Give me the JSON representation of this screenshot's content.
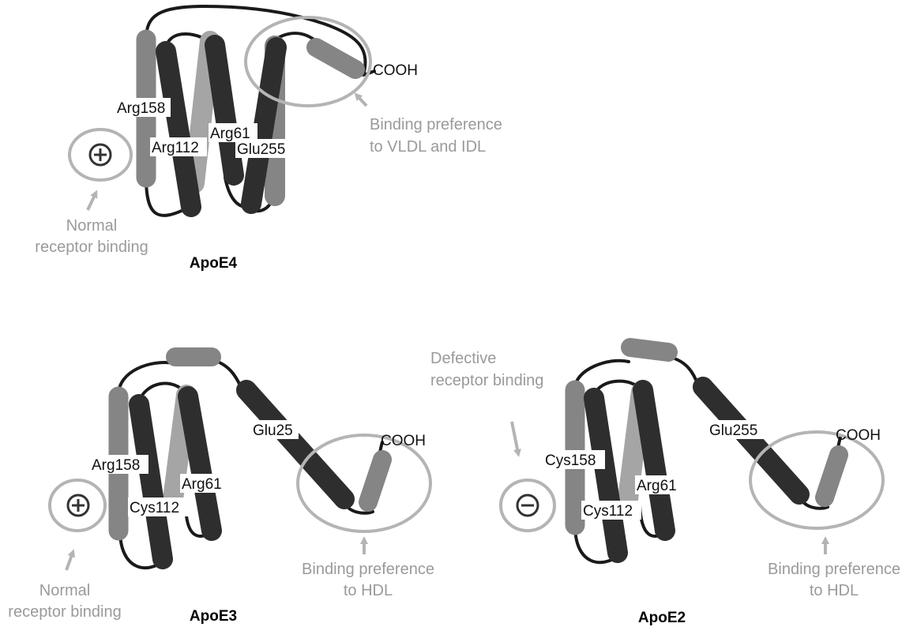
{
  "colors": {
    "dark_helix": "#2e2e2e",
    "gray_helix": "#858585",
    "light_helix": "#a5a5a5",
    "loop": "#1a1a1a",
    "annotation": "#b4b4b4",
    "annotation_text": "#9a9a9a"
  },
  "icons": {
    "plus": "plus-circle-icon",
    "minus": "minus-circle-icon",
    "arrow": "arrow-icon"
  },
  "apoe4": {
    "title": "ApoE4",
    "labels": {
      "arg158": "Arg158",
      "arg112": "Arg112",
      "arg61": "Arg61",
      "glu255": "Glu255",
      "cooh": "COOH"
    },
    "binding_note": [
      "Binding preference",
      "to VLDL and IDL"
    ],
    "receptor_note": [
      "Normal",
      "receptor binding"
    ]
  },
  "apoe3": {
    "title": "ApoE3",
    "labels": {
      "arg158": "Arg158",
      "cys112": "Cys112",
      "arg61": "Arg61",
      "glu255": "Glu25",
      "cooh": "COOH"
    },
    "binding_note": [
      "Binding preference",
      "to HDL"
    ],
    "receptor_note": [
      "Normal",
      "receptor binding"
    ]
  },
  "apoe2": {
    "title": "ApoE2",
    "labels": {
      "cys158": "Cys158",
      "cys112": "Cys112",
      "arg61": "Arg61",
      "glu255": "Glu255",
      "cooh": "COOH"
    },
    "binding_note": [
      "Binding preference",
      "to HDL"
    ],
    "receptor_note": [
      "Defective",
      "receptor binding"
    ]
  }
}
